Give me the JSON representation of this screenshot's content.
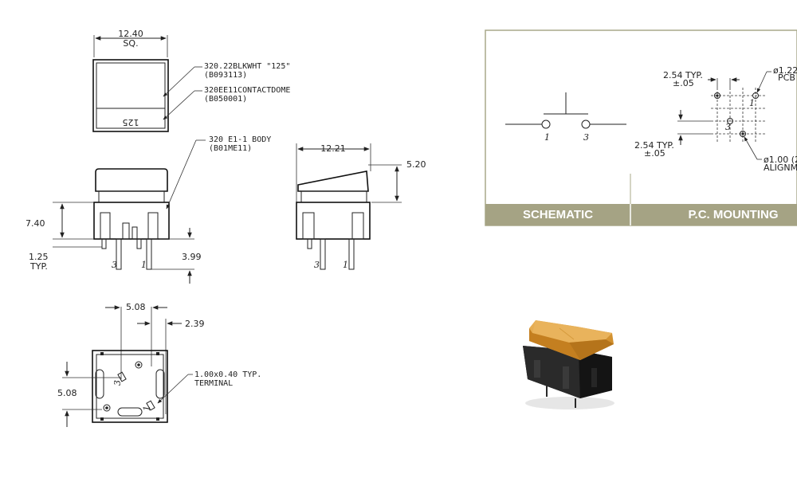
{
  "top_view": {
    "dim_width": "12.40",
    "dim_width_note": "SQ.",
    "cap_text": "125",
    "callout_cap": "320.22BLKWHT \"125\"",
    "callout_cap_code": "(B093113)",
    "callout_dome": "320EE11CONTACTDOME",
    "callout_dome_code": "(B050001)"
  },
  "front_view": {
    "callout_body": "320 E1-1 BODY",
    "callout_body_code": "(B01ME11)",
    "dim_height": "7.40",
    "dim_pin": "1.25",
    "dim_pin_note": "TYP.",
    "dim_pin_length": "3.99",
    "pin_3": "3",
    "pin_1": "1"
  },
  "side_view": {
    "dim_width": "12.21",
    "dim_cap": "5.20",
    "pin_3": "3",
    "pin_1": "1"
  },
  "bottom_view": {
    "dim_pitch_x": "5.08",
    "dim_offset": "2.39",
    "dim_pitch_y": "5.08",
    "callout_terminal": "1.00x0.40 TYP.",
    "callout_terminal_note": "TERMINAL",
    "pin_3": "3",
    "pin_1": "1"
  },
  "panel": {
    "schematic_label": "SCHEMATIC",
    "mounting_label": "P.C. MOUNTING",
    "schematic_pin_1": "1",
    "schematic_pin_3": "3",
    "pitch_h": "2.54 TYP.",
    "pitch_h_tol": "±.05",
    "pitch_v": "2.54 TYP.",
    "pitch_v_tol": "±.05",
    "hole_large": "ø1.22",
    "hole_large_note": "PCB",
    "hole_small": "ø1.00 (2",
    "hole_small_note": "ALIGNME",
    "mount_pin_1": "1",
    "mount_pin_3": "3"
  },
  "colors": {
    "panel_border": "#a9a98a",
    "band": "#a5a384",
    "cap": "#d9942e",
    "cap_top": "#e4a848",
    "body": "#1d1d1d"
  }
}
